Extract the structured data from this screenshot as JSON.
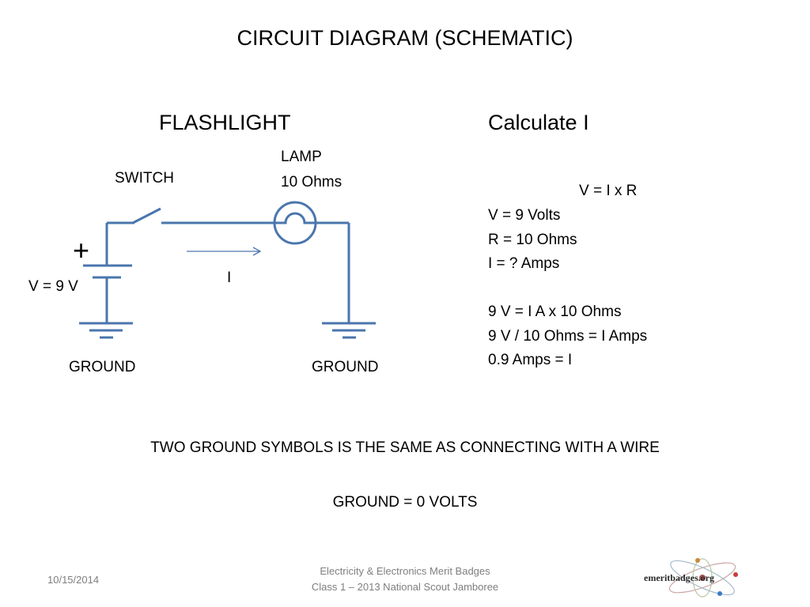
{
  "title": "CIRCUIT DIAGRAM (SCHEMATIC)",
  "left_heading": "FLASHLIGHT",
  "right_heading": "Calculate I",
  "diagram": {
    "lamp_label": "LAMP",
    "lamp_value": "10 Ohms",
    "switch_label": "SWITCH",
    "plus_sign": "+",
    "voltage_label": "V = 9 V",
    "current_label": "I",
    "ground_left": "GROUND",
    "ground_right": "GROUND",
    "wire_color": "#4a76ad",
    "arrow_color": "#4a76ad"
  },
  "calc": {
    "formula": "V = I x R",
    "lines": [
      "V = 9 Volts",
      "R = 10 Ohms",
      "I =  ? Amps",
      "",
      "9 V = I A x 10 Ohms",
      "9 V / 10 Ohms = I Amps",
      "0.9 Amps = I"
    ]
  },
  "notes": {
    "ground_note": "TWO GROUND SYMBOLS IS THE SAME AS CONNECTING WITH A WIRE",
    "ground_volts": "GROUND = 0 VOLTS"
  },
  "footer": {
    "date": "10/15/2014",
    "line1": "Electricity & Electronics Merit Badges",
    "line2": "Class 1 – 2013 National Scout Jamboree",
    "logo_text": "emeritbadges.org"
  }
}
